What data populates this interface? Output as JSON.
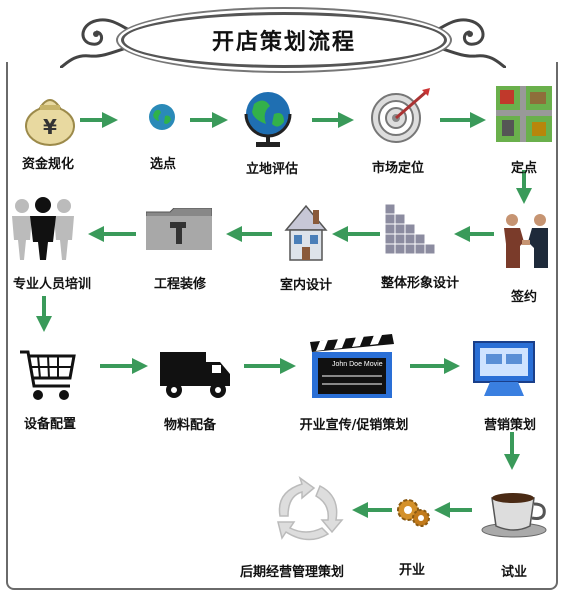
{
  "title": "开店策划流程",
  "steps": [
    {
      "label": "资金规化",
      "icon": "money-bag-icon"
    },
    {
      "label": "选点",
      "icon": "globe-icon"
    },
    {
      "label": "立地评估",
      "icon": "desk-globe-icon"
    },
    {
      "label": "市场定位",
      "icon": "target-icon"
    },
    {
      "label": "定点",
      "icon": "city-map-icon"
    },
    {
      "label": "签约",
      "icon": "handshake-icon"
    },
    {
      "label": "整体形象设计",
      "icon": "grid-stairs-icon"
    },
    {
      "label": "室内设计",
      "icon": "house-icon"
    },
    {
      "label": "工程装修",
      "icon": "hammer-folder-icon"
    },
    {
      "label": "专业人员培训",
      "icon": "people-icon"
    },
    {
      "label": "设备配置",
      "icon": "shopping-cart-icon"
    },
    {
      "label": "物料配备",
      "icon": "truck-icon"
    },
    {
      "label": "开业宣传/促销策划",
      "icon": "clapperboard-icon",
      "clapper_text": [
        "John Doe Movie"
      ]
    },
    {
      "label": "营销策划",
      "icon": "monitor-icon"
    },
    {
      "label": "试业",
      "icon": "coffee-cup-icon"
    },
    {
      "label": "开业",
      "icon": "gears-icon"
    },
    {
      "label": "后期经营管理策划",
      "icon": "recycle-arrows-icon"
    }
  ],
  "colors": {
    "arrow": "#3a9a5a",
    "border": "#6a6a6a"
  }
}
